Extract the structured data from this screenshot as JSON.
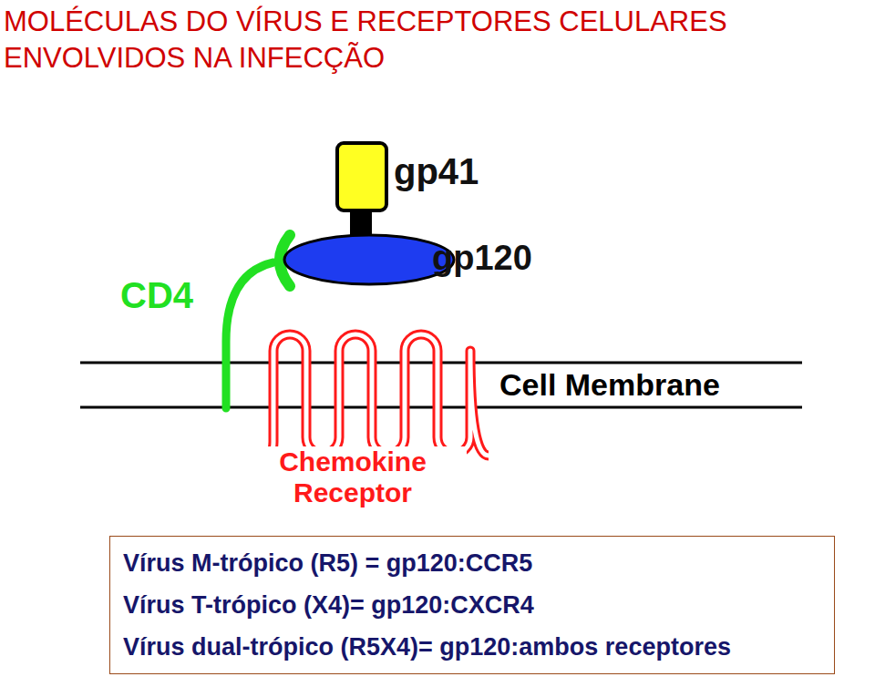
{
  "diagram": {
    "title": "MOLÉCULAS DO VÍRUS E RECEPTORES CELULARES ENVOLVIDOS NA INFECÇÃO",
    "nodes": [
      {
        "text": [
          "Vírus M-trópico (R5) = gp120:CCR5",
          "Vírus T-trópico (X4)= gp120:CXCR4",
          "Vírus dual-trópico (R5X4)= gp120:ambos receptores"
        ]
      }
    ],
    "labels": [
      "gp41",
      "gp120",
      "CD4",
      "Cell Membrane",
      "Chemokine Receptor"
    ]
  }
}
